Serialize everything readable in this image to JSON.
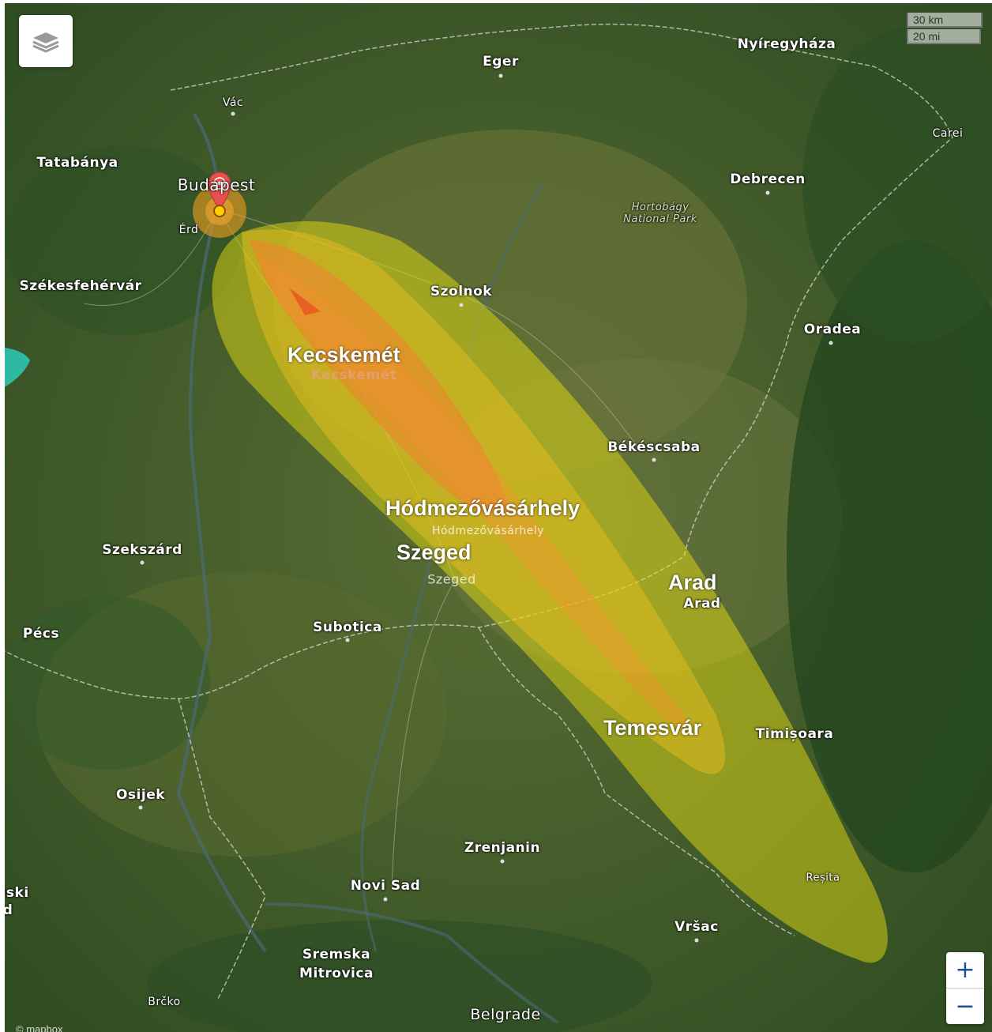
{
  "map": {
    "place_labels": [
      {
        "name": "Nyíregyháza"
      },
      {
        "name": "Eger"
      },
      {
        "name": "Vác"
      },
      {
        "name": "Tatabánya"
      },
      {
        "name": "Budapest"
      },
      {
        "name": "Érd"
      },
      {
        "name": "Debrecen"
      },
      {
        "name": "Carei"
      },
      {
        "name": "Hortobágy\nNational Park"
      },
      {
        "name": "Székesfehérvár"
      },
      {
        "name": "Szolnok"
      },
      {
        "name": "Oradea"
      },
      {
        "name": "Kecskemét"
      },
      {
        "name": "Békéscsaba"
      },
      {
        "name": "Hódmezővásárhely"
      },
      {
        "name": "Szekszárd"
      },
      {
        "name": "Szeged"
      },
      {
        "name": "Arad"
      },
      {
        "name": "Pécs"
      },
      {
        "name": "Subotica"
      },
      {
        "name": "Timișoara"
      },
      {
        "name": "Osijek"
      },
      {
        "name": "Zrenjanin"
      },
      {
        "name": "Novi Sad"
      },
      {
        "name": "Reșita"
      },
      {
        "name": "Vršac"
      },
      {
        "name": "Sremska\nMitrovica"
      },
      {
        "name": "Brčko"
      },
      {
        "name": "Belgrade"
      },
      {
        "name": "nski"
      },
      {
        "name": "d"
      }
    ],
    "overlay_labels": {
      "kecskemet": "Kecskemét",
      "hodmezovasarhely": "Hódmezővásárhely",
      "szeged": "Szeged",
      "arad": "Arad",
      "temesvar": "Temesvár"
    },
    "scale": {
      "km": "30 km",
      "mi": "20 mi"
    },
    "zoom": {
      "in": "+",
      "out": "−"
    },
    "attribution": "© mapbox",
    "layers_icon": "layers-icon",
    "marker_icon": "map-pin-icon",
    "colors": {
      "plume_outer": "#e8e010",
      "plume_mid": "#f0c020",
      "plume_inner": "#f08030",
      "plume_core": "#e84020",
      "marker": "#e85050"
    }
  }
}
